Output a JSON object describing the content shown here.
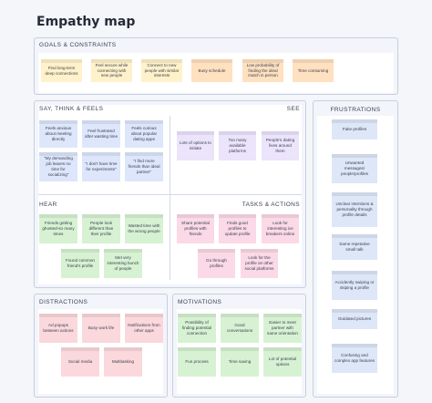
{
  "title": "Empathy map",
  "goals": {
    "label": "GOALS & CONSTRAINTS",
    "notes": [
      "Find long-term deep connections",
      "Feel secure while connecting with new people",
      "Connect to new people with similar interests",
      "Busy schedule",
      "Low probability of finding the ideal match in person",
      "Time consuming"
    ]
  },
  "say": {
    "label": "SAY, THINK & FEELS",
    "notes": [
      "Feels anxious about meeting directly",
      "Feel frustrated after wasting time",
      "Feels curious about popular dating apps",
      "\"My demanding job leaves no time for socializing\"",
      "\"I don't have time for experiments\"",
      "\"I find more friends than ideal partner\""
    ]
  },
  "see": {
    "label": "SEE",
    "notes": [
      "Lots of options to initiate",
      "Too many available platforms",
      "People's dating lives around them"
    ]
  },
  "hear": {
    "label": "HEAR",
    "notes": [
      "Friends getting ghosted-so many times",
      "People look different than their profile",
      "Wasted time with the wrong people",
      "Found common friend's profile",
      "Met very interesting bunch of people"
    ]
  },
  "tasks": {
    "label": "TASKS & ACTIONS",
    "notes": [
      "Share potential profiles with friends",
      "Finds good profiles to update profile",
      "Look for interesting ice breakers online",
      "Go through profiles",
      "Look for the profile on other social platforms"
    ]
  },
  "frustrations": {
    "label": "FRUSTRATIONS",
    "notes": [
      "Fake profiles",
      "Unwanted messages/ people/profiles",
      "Unclear intentions & personality through profile details",
      "Same repetative small talk",
      "Accidently swiping or skiping a profile",
      "Outdated pictures",
      "Confusing and complex app features"
    ]
  },
  "distractions": {
    "label": "DISTRACTIONS",
    "notes": [
      "Ad popups between actions",
      "Busy work life",
      "Notifications from other apps",
      "Social media",
      "Multitasking"
    ]
  },
  "motivations": {
    "label": "MOTIVATIONS",
    "notes": [
      "Possibility of finding potential connection",
      "Good conversations",
      "Easier to meet partner with same orientation",
      "Fun process",
      "Time saving",
      "Lot of potential options"
    ]
  }
}
